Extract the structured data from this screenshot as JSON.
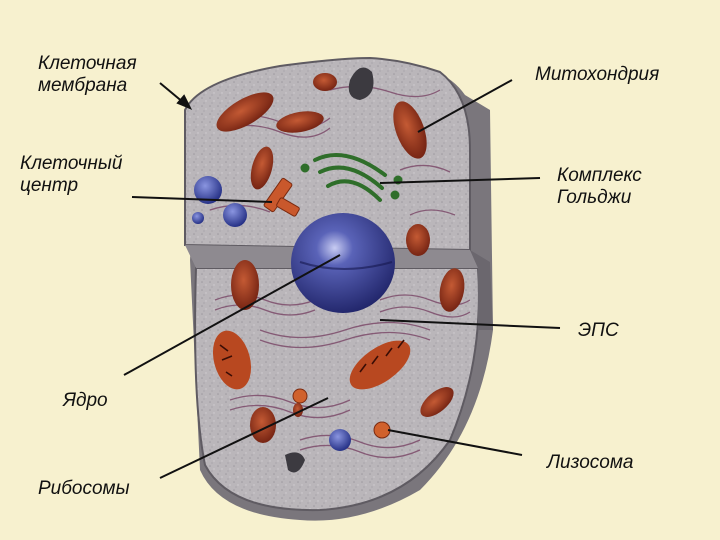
{
  "labels": {
    "membrane": {
      "line1": "Клеточная",
      "line2": "мембрана"
    },
    "cell_center": {
      "line1": "Клеточный",
      "line2": "центр"
    },
    "nucleus": "Ядро",
    "ribosomes": "Рибосомы",
    "mitochondria": "Митохондрия",
    "golgi": {
      "line1": "Комплекс",
      "line2": "Гольджи"
    },
    "eps": "ЭПС",
    "lysosome": "Лизосома"
  },
  "colors": {
    "background": "#f7f1cf",
    "cytoplasm": "#b8b4b8",
    "membrane_edge": "#6e6a70",
    "nucleus": "#3a3f95",
    "mitochondria": "#8a2b17",
    "golgi": "#2f6e2a",
    "eps": "#7c4a6a",
    "lysosome": "#d0612c",
    "vacuole": "#2c3a8c"
  }
}
